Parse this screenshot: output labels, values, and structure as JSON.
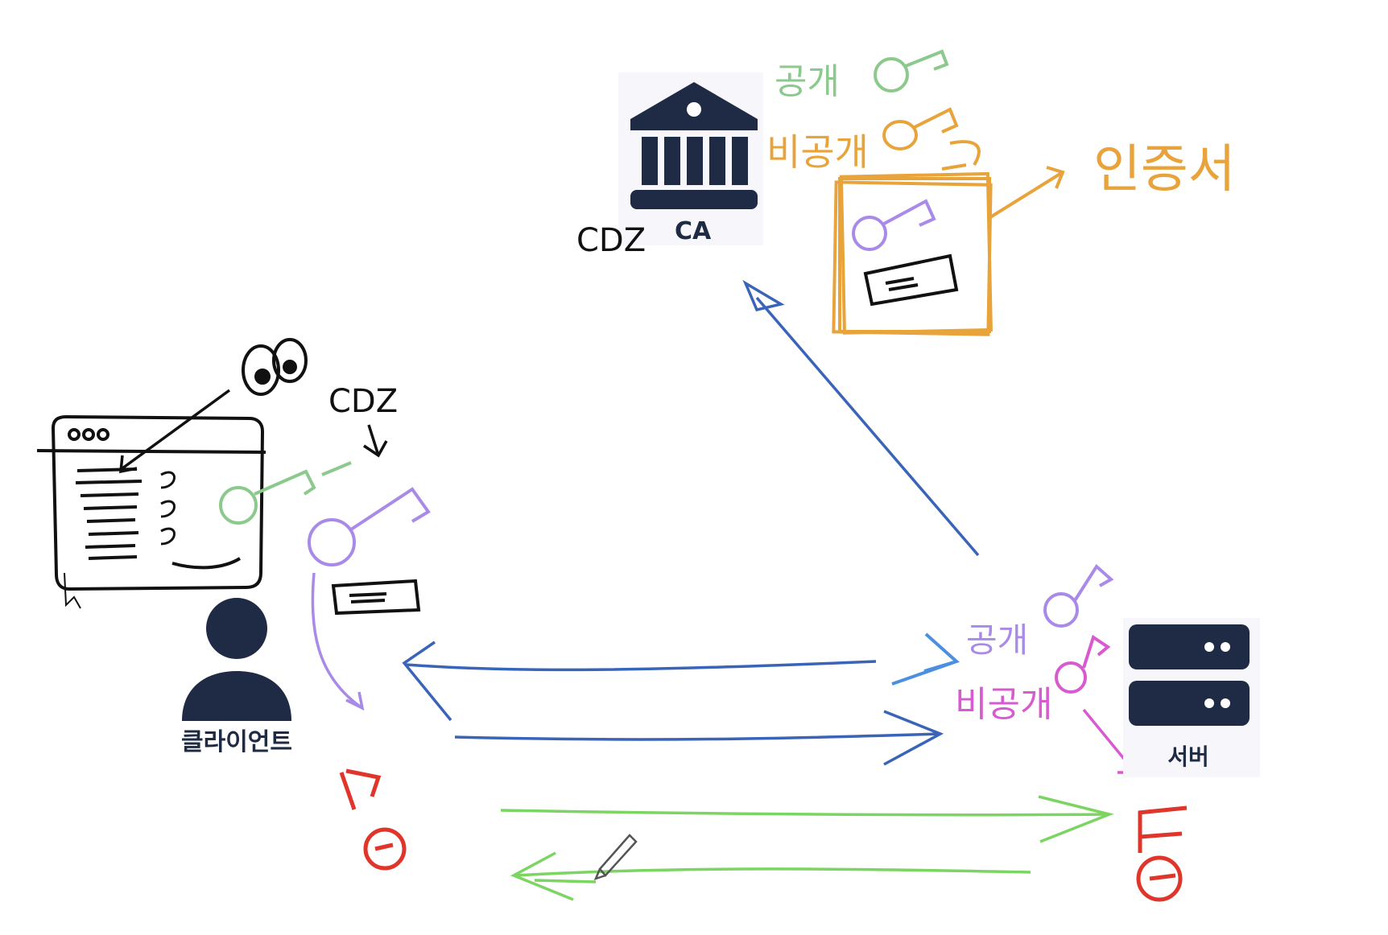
{
  "nodes": {
    "ca": {
      "label": "CA",
      "handwritten_prefix": "CDZ",
      "icon": "bank-icon"
    },
    "client": {
      "label": "클라이언트",
      "icon": "person-icon"
    },
    "server": {
      "label": "서버",
      "icon": "server-icon"
    }
  },
  "annotations": {
    "ca_public_key": "공개",
    "ca_private_key": "비공개",
    "certificate": "인증서",
    "client_cdz": "CDZ",
    "server_public_key": "공개",
    "server_private_key": "비공개"
  },
  "colors": {
    "navy": "#1f2a44",
    "blue_arrow": "#3a64b8",
    "light_blue_arrow": "#4a8fe0",
    "green_arrow": "#7cd462",
    "green_text": "#8cc98c",
    "orange": "#e8a33a",
    "purple": "#a98ae8",
    "magenta": "#d75ad0",
    "red": "#e0352b",
    "black": "#111111"
  }
}
